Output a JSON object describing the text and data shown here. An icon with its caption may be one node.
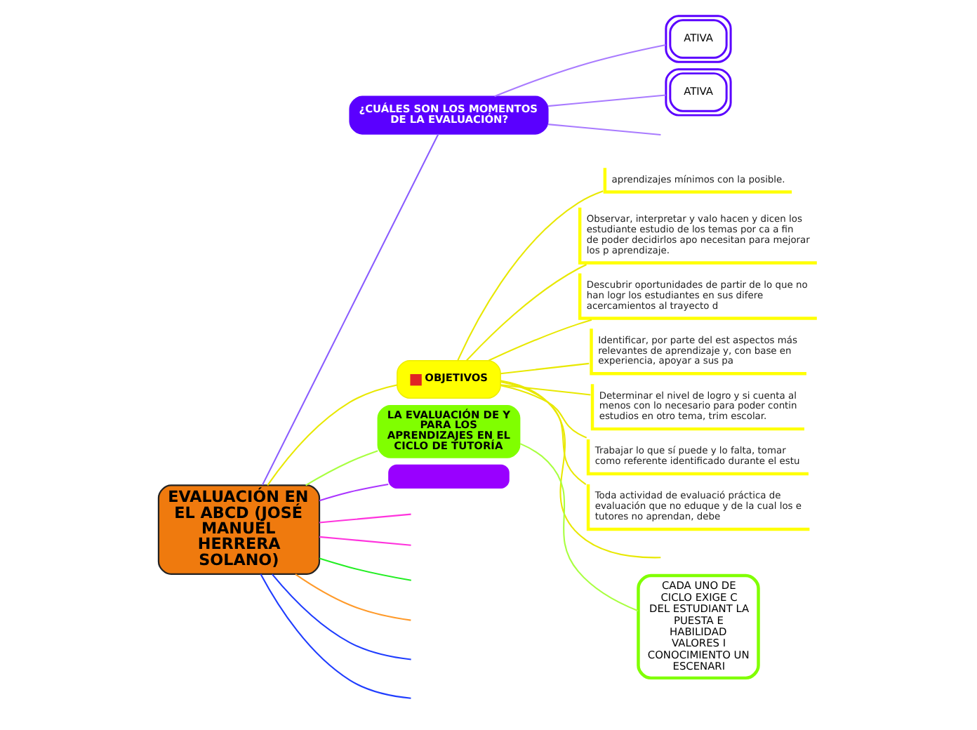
{
  "diagram": {
    "nodes": [
      {
        "text": [
          "EVALUACIÓN EN EL ABCD (JOSÉ MANUEL HERRERA SOLANO)"
        ]
      },
      {
        "text": [
          "¿CUÁLES SON LOS MOMENTOS DE LA EVALUACIÓN?"
        ]
      },
      {
        "text": [
          "ATIVA"
        ]
      },
      {
        "text": [
          "ATIVA"
        ]
      },
      {
        "text": [
          "OBJETIVOS"
        ]
      },
      {
        "text": [
          "aprendizajes mínimos con la posible."
        ]
      },
      {
        "text": [
          "Observar, interpretar y valo hacen y dicen los estudiante estudio de los temas por ca a fin de poder decidirlos apo necesitan para mejorar los p aprendizaje."
        ]
      },
      {
        "text": [
          "Descubrir oportunidades de partir de lo que no han logr los estudiantes en sus difere acercamientos al trayecto d"
        ]
      },
      {
        "text": [
          "Identificar, por parte del est aspectos más relevantes de aprendizaje y, con base en experiencia, apoyar a sus pa"
        ]
      },
      {
        "text": [
          "Determinar el nivel de logro y si cuenta al menos con lo necesario para poder contin estudios en otro tema, trim escolar."
        ]
      },
      {
        "text": [
          "Trabajar lo que sí puede y lo falta, tomar como referente identificado durante el estu"
        ]
      },
      {
        "text": [
          "Toda actividad de evaluació práctica de evaluación que no eduque y de la cual los e tutores no aprendan, debe"
        ]
      },
      {
        "text": [
          "LA EVALUACIÓN DE Y PARA LOS APRENDIZAJES EN EL CICLO DE TUTORÍA"
        ]
      },
      {
        "text": [
          "CADA UNO DE CICLO EXIGE C DEL ESTUDIANT LA PUESTA E HABILIDAD VALORES I CONOCIMIENTO UN ESCENARI"
        ]
      },
      {
        "text": [],
        "shape": "box"
      }
    ],
    "edges": [
      {
        "from": 0,
        "to": 1,
        "arrow": "none",
        "color": "#8a5cff"
      },
      {
        "from": 1,
        "to": 2,
        "arrow": "none",
        "color": "#a97bff"
      },
      {
        "from": 1,
        "to": 3,
        "arrow": "none",
        "color": "#a97bff"
      },
      {
        "from": 1,
        "to": null,
        "arrow": "none",
        "color": "#a97bff"
      },
      {
        "from": 0,
        "to": null,
        "arrow": "none",
        "color": "#1f3dff"
      },
      {
        "from": 0,
        "to": null,
        "arrow": "none",
        "color": "#1f3dff"
      },
      {
        "from": 0,
        "to": null,
        "arrow": "none",
        "color": "#ff9a2a"
      },
      {
        "from": 0,
        "to": 4,
        "arrow": "none"
      },
      {
        "from": 4,
        "to": null,
        "arrow": "none"
      },
      {
        "from": 4,
        "to": 5,
        "arrow": "none"
      },
      {
        "from": 4,
        "to": 6,
        "arrow": "none"
      },
      {
        "from": 4,
        "to": 7,
        "arrow": "none"
      },
      {
        "from": 4,
        "to": 8,
        "arrow": "none"
      },
      {
        "from": 4,
        "to": 9,
        "arrow": "none"
      },
      {
        "from": 4,
        "to": 10,
        "arrow": "none"
      },
      {
        "from": 4,
        "to": 11,
        "arrow": "none"
      },
      {
        "from": 0,
        "to": 12,
        "arrow": "none",
        "color": "#a8ff40"
      },
      {
        "from": 12,
        "to": 13,
        "arrow": "none",
        "color": "#a8ff40"
      },
      {
        "from": 0,
        "to": null,
        "arrow": "none",
        "color": "#22ee22"
      },
      {
        "from": 0,
        "to": 14,
        "arrow": "none",
        "color": "#aa33ff"
      },
      {
        "from": 0,
        "to": null,
        "arrow": "none",
        "color": "#ff33dd"
      },
      {
        "from": 0,
        "to": null,
        "arrow": "none",
        "color": "#ff33dd"
      }
    ]
  }
}
